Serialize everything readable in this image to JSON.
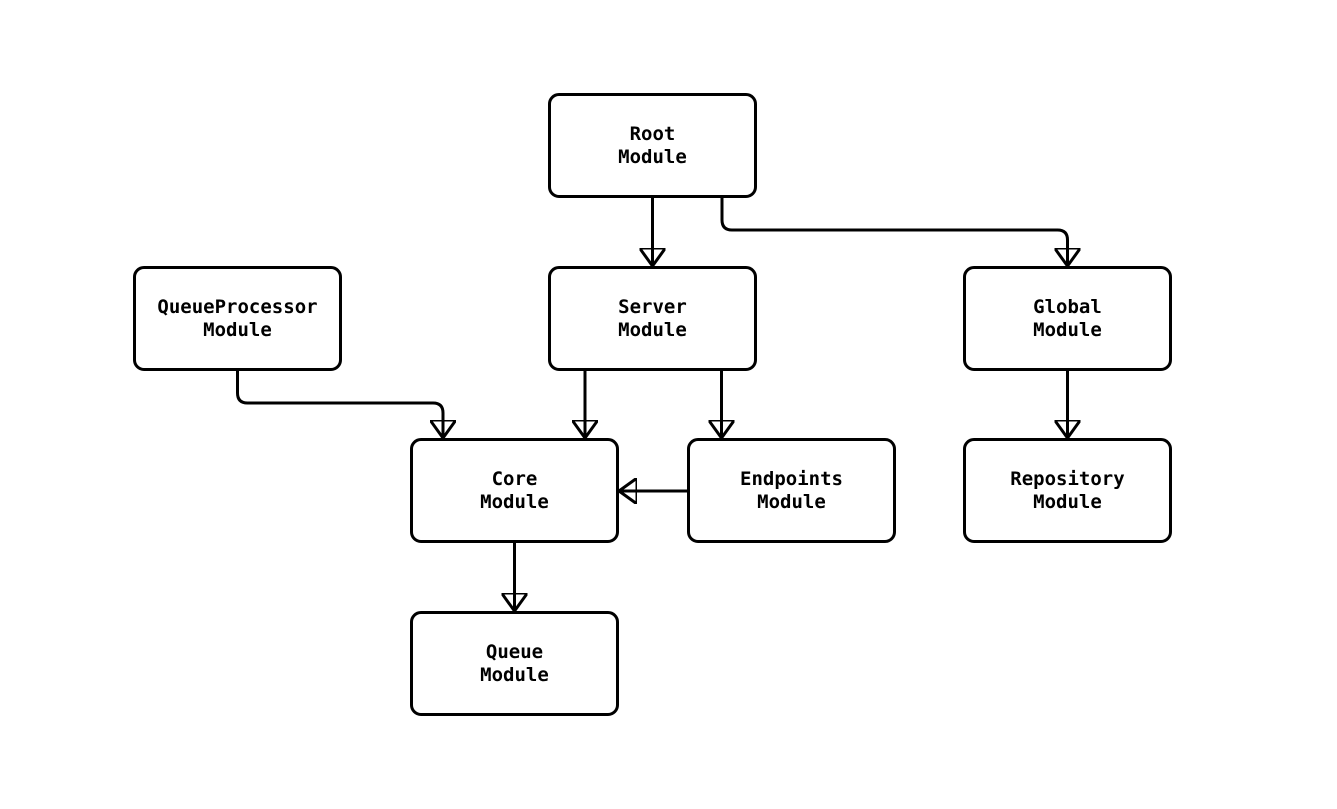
{
  "diagram": {
    "type": "flowchart",
    "background_color": "#ffffff",
    "node_fill_color": "#ffffff",
    "stroke_color": "#000000",
    "text_color": "#000000",
    "nodes": {
      "root": {
        "line1": "Root",
        "line2": "Module"
      },
      "queueprocessor": {
        "line1": "QueueProcessor",
        "line2": "Module"
      },
      "server": {
        "line1": "Server",
        "line2": "Module"
      },
      "global": {
        "line1": "Global",
        "line2": "Module"
      },
      "core": {
        "line1": "Core",
        "line2": "Module"
      },
      "endpoints": {
        "line1": "Endpoints",
        "line2": "Module"
      },
      "repository": {
        "line1": "Repository",
        "line2": "Module"
      },
      "queue": {
        "line1": "Queue",
        "line2": "Module"
      }
    },
    "edges": [
      {
        "from": "Root Module",
        "to": "Server Module"
      },
      {
        "from": "Root Module",
        "to": "Global Module"
      },
      {
        "from": "QueueProcessor Module",
        "to": "Core Module"
      },
      {
        "from": "Server Module",
        "to": "Core Module"
      },
      {
        "from": "Server Module",
        "to": "Endpoints Module"
      },
      {
        "from": "Endpoints Module",
        "to": "Core Module"
      },
      {
        "from": "Core Module",
        "to": "Queue Module"
      },
      {
        "from": "Global Module",
        "to": "Repository Module"
      }
    ]
  }
}
